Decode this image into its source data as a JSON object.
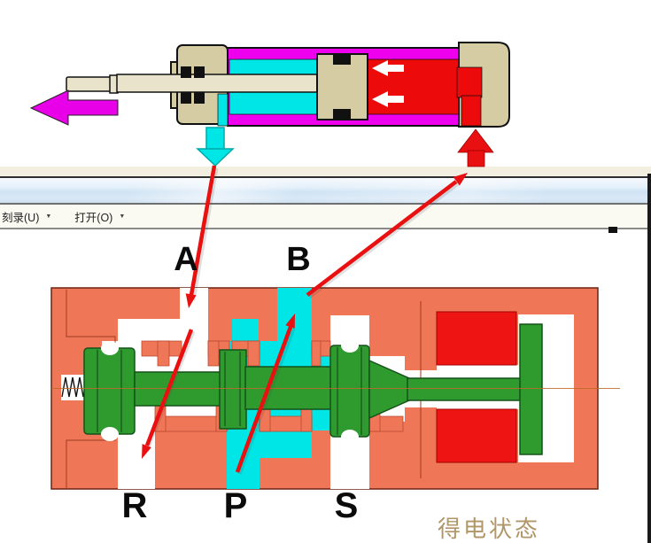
{
  "colors": {
    "valve-body": "#ef7758",
    "spool": "#2f9b2f",
    "pressure-cyan": "#00e5e5",
    "coil-red": "#ee1414",
    "chamber-red": "#ec0a0a",
    "tube-magenta": "#ee00ee",
    "cylinder-tan": "#d6cca4",
    "rod-tan": "#eae3cb",
    "arrow-red": "#e81010",
    "arrow-magenta": "#e800e8",
    "caption-tan": "#a88b58"
  },
  "toolbar": {
    "menus": [
      {
        "label": "刻录(U)",
        "arrow": "▼"
      },
      {
        "label": "打开(O)",
        "arrow": "▼"
      }
    ]
  },
  "valve": {
    "ports": {
      "a": "A",
      "b": "B",
      "r": "R",
      "p": "P",
      "s": "S"
    },
    "caption": "得电状态"
  },
  "icons": {
    "rod-motion-arrow": "magenta arrow pointing left",
    "piston-force-arrows": "two white arrows pointing left inside red chamber",
    "port-exhaust-arrow": "cyan arrow pointing down",
    "port-supply-arrow": "red arrow pointing up",
    "connection-arrows": "four red diagonal arrows linking valve ports to cylinder ports"
  }
}
